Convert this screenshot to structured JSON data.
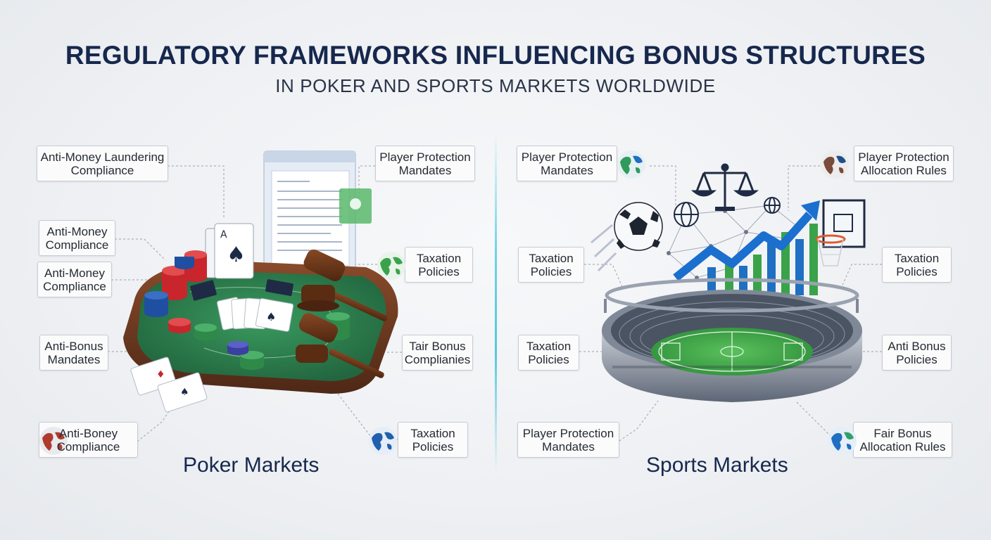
{
  "header": {
    "title": "REGULATORY FRAMEWORKS INFLUENCING BONUS STRUCTURES",
    "subtitle": "IN POKER AND SPORTS MARKETS WORLDWIDE"
  },
  "poker": {
    "label": "Poker Markets",
    "boxes": [
      {
        "text": "Anti-Money Laundering\nCompliance"
      },
      {
        "text": "Anti-Money\nCompliance"
      },
      {
        "text": "Anti-Money\nCompliance"
      },
      {
        "text": "Anti-Bonus\nMandates"
      },
      {
        "text": "Anti-Boney\nCompliance"
      },
      {
        "text": "Player Protection\nMandates"
      },
      {
        "text": "Taxation\nPolicies"
      },
      {
        "text": "Tair Bonus\nComplianies"
      },
      {
        "text": "Taxation\nPolicies"
      }
    ]
  },
  "sports": {
    "label": "Sports Markets",
    "boxes": [
      {
        "text": "Player Protection\nMandates"
      },
      {
        "text": "Taxation\nPolicies"
      },
      {
        "text": "Taxation\nPolicies"
      },
      {
        "text": "Player Protection\nMandates"
      },
      {
        "text": "Player Protection\nAllocation Rules"
      },
      {
        "text": "Taxation\nPolicies"
      },
      {
        "text": "Anti Bonus\nPolicies"
      },
      {
        "text": "Fair Bonus\nAllocation Rules"
      }
    ]
  },
  "colors": {
    "title": "#17284e",
    "divider": "#57c7dd",
    "felt": "#2e7d4f",
    "rail": "#6b3a22",
    "pitch": "#4caf50",
    "chart_green": "#3aa34a",
    "chart_blue": "#1f6fc2"
  },
  "icons": [
    "globe-icon",
    "gavel-icon",
    "scales-icon",
    "soccer-ball-icon",
    "basketball-hoop-icon",
    "trend-arrow-icon",
    "playing-card-icon",
    "poker-chip-icon"
  ]
}
